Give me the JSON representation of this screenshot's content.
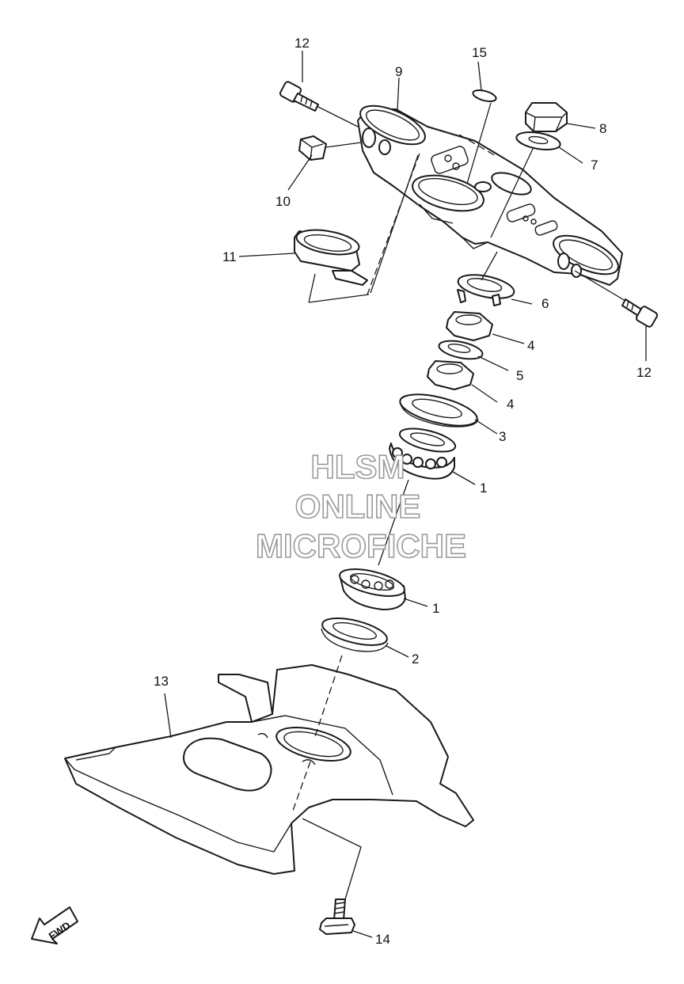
{
  "watermark": {
    "line1": "HLSM",
    "line2": "ONLINE",
    "line3": "MICROFICHE",
    "color": "#9a9a9a"
  },
  "direction_marker": {
    "label": "FWD"
  },
  "callouts": [
    {
      "id": "c12a",
      "label": "12"
    },
    {
      "id": "c15",
      "label": "15"
    },
    {
      "id": "c9",
      "label": "9"
    },
    {
      "id": "c8",
      "label": "8"
    },
    {
      "id": "c7",
      "label": "7"
    },
    {
      "id": "c10",
      "label": "10"
    },
    {
      "id": "c11",
      "label": "11"
    },
    {
      "id": "c6",
      "label": "6"
    },
    {
      "id": "c4a",
      "label": "4"
    },
    {
      "id": "c12b",
      "label": "12"
    },
    {
      "id": "c5",
      "label": "5"
    },
    {
      "id": "c4b",
      "label": "4"
    },
    {
      "id": "c3",
      "label": "3"
    },
    {
      "id": "c1a",
      "label": "1"
    },
    {
      "id": "c1b",
      "label": "1"
    },
    {
      "id": "c2",
      "label": "2"
    },
    {
      "id": "c13",
      "label": "13"
    },
    {
      "id": "c14",
      "label": "14"
    }
  ]
}
